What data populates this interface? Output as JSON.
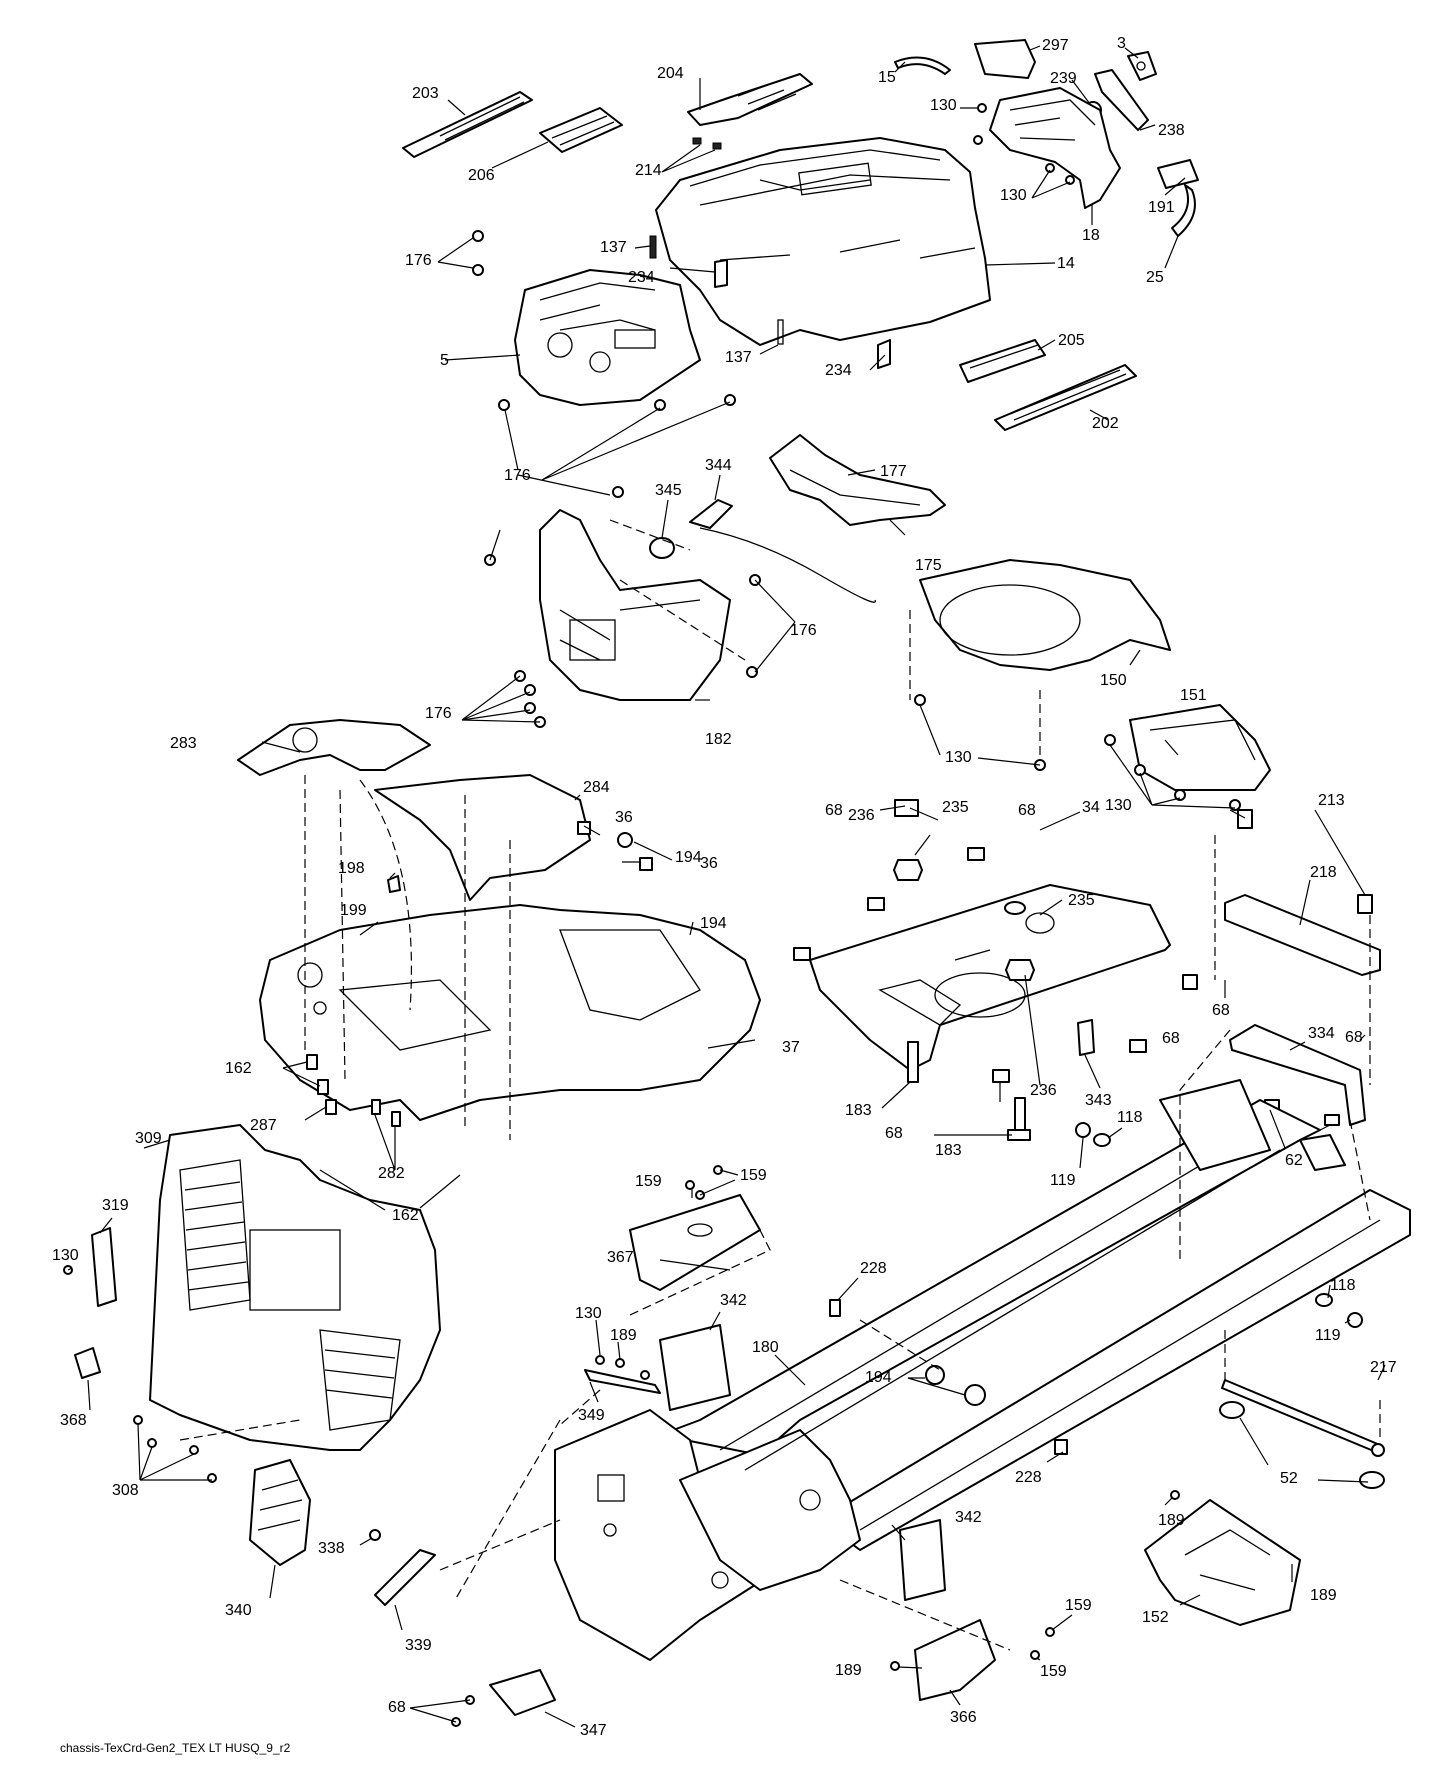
{
  "caption": "chassis-TexCrd-Gen2_TEX LT HUSQ_9_r2",
  "labels": [
    {
      "id": "l3",
      "text": "3"
    },
    {
      "id": "l5",
      "text": "5"
    },
    {
      "id": "l14",
      "text": "14"
    },
    {
      "id": "l15",
      "text": "15"
    },
    {
      "id": "l18",
      "text": "18"
    },
    {
      "id": "l25",
      "text": "25"
    },
    {
      "id": "l34",
      "text": "34"
    },
    {
      "id": "l36a",
      "text": "36"
    },
    {
      "id": "l36b",
      "text": "36"
    },
    {
      "id": "l37",
      "text": "37"
    },
    {
      "id": "l52",
      "text": "52"
    },
    {
      "id": "l62",
      "text": "62"
    },
    {
      "id": "l68a",
      "text": "68"
    },
    {
      "id": "l68b",
      "text": "68"
    },
    {
      "id": "l68c",
      "text": "68"
    },
    {
      "id": "l68d",
      "text": "68"
    },
    {
      "id": "l68e",
      "text": "68"
    },
    {
      "id": "l68f",
      "text": "68"
    },
    {
      "id": "l68g",
      "text": "68"
    },
    {
      "id": "l118a",
      "text": "118"
    },
    {
      "id": "l118b",
      "text": "118"
    },
    {
      "id": "l119a",
      "text": "119"
    },
    {
      "id": "l119b",
      "text": "119"
    },
    {
      "id": "l130a",
      "text": "130"
    },
    {
      "id": "l130b",
      "text": "130"
    },
    {
      "id": "l130c",
      "text": "130"
    },
    {
      "id": "l130d",
      "text": "130"
    },
    {
      "id": "l130e",
      "text": "130"
    },
    {
      "id": "l130f",
      "text": "130"
    },
    {
      "id": "l137a",
      "text": "137"
    },
    {
      "id": "l137b",
      "text": "137"
    },
    {
      "id": "l150",
      "text": "150"
    },
    {
      "id": "l151",
      "text": "151"
    },
    {
      "id": "l152",
      "text": "152"
    },
    {
      "id": "l159a",
      "text": "159"
    },
    {
      "id": "l159b",
      "text": "159"
    },
    {
      "id": "l159c",
      "text": "159"
    },
    {
      "id": "l159d",
      "text": "159"
    },
    {
      "id": "l162a",
      "text": "162"
    },
    {
      "id": "l162b",
      "text": "162"
    },
    {
      "id": "l175",
      "text": "175"
    },
    {
      "id": "l176a",
      "text": "176"
    },
    {
      "id": "l176b",
      "text": "176"
    },
    {
      "id": "l176c",
      "text": "176"
    },
    {
      "id": "l176d",
      "text": "176"
    },
    {
      "id": "l177",
      "text": "177"
    },
    {
      "id": "l180",
      "text": "180"
    },
    {
      "id": "l182",
      "text": "182"
    },
    {
      "id": "l183a",
      "text": "183"
    },
    {
      "id": "l183b",
      "text": "183"
    },
    {
      "id": "l189a",
      "text": "189"
    },
    {
      "id": "l189b",
      "text": "189"
    },
    {
      "id": "l189c",
      "text": "189"
    },
    {
      "id": "l189d",
      "text": "189"
    },
    {
      "id": "l191",
      "text": "191"
    },
    {
      "id": "l194a",
      "text": "194"
    },
    {
      "id": "l194b",
      "text": "194"
    },
    {
      "id": "l194c",
      "text": "194"
    },
    {
      "id": "l198",
      "text": "198"
    },
    {
      "id": "l199",
      "text": "199"
    },
    {
      "id": "l202",
      "text": "202"
    },
    {
      "id": "l203",
      "text": "203"
    },
    {
      "id": "l204",
      "text": "204"
    },
    {
      "id": "l205",
      "text": "205"
    },
    {
      "id": "l206",
      "text": "206"
    },
    {
      "id": "l213",
      "text": "213"
    },
    {
      "id": "l214",
      "text": "214"
    },
    {
      "id": "l217",
      "text": "217"
    },
    {
      "id": "l218",
      "text": "218"
    },
    {
      "id": "l228a",
      "text": "228"
    },
    {
      "id": "l228b",
      "text": "228"
    },
    {
      "id": "l234a",
      "text": "234"
    },
    {
      "id": "l234b",
      "text": "234"
    },
    {
      "id": "l235a",
      "text": "235"
    },
    {
      "id": "l235b",
      "text": "235"
    },
    {
      "id": "l236a",
      "text": "236"
    },
    {
      "id": "l236b",
      "text": "236"
    },
    {
      "id": "l238",
      "text": "238"
    },
    {
      "id": "l239",
      "text": "239"
    },
    {
      "id": "l282",
      "text": "282"
    },
    {
      "id": "l283",
      "text": "283"
    },
    {
      "id": "l284",
      "text": "284"
    },
    {
      "id": "l287",
      "text": "287"
    },
    {
      "id": "l297",
      "text": "297"
    },
    {
      "id": "l308",
      "text": "308"
    },
    {
      "id": "l309",
      "text": "309"
    },
    {
      "id": "l319",
      "text": "319"
    },
    {
      "id": "l334",
      "text": "334"
    },
    {
      "id": "l338",
      "text": "338"
    },
    {
      "id": "l339",
      "text": "339"
    },
    {
      "id": "l340",
      "text": "340"
    },
    {
      "id": "l342a",
      "text": "342"
    },
    {
      "id": "l342b",
      "text": "342"
    },
    {
      "id": "l343",
      "text": "343"
    },
    {
      "id": "l344",
      "text": "344"
    },
    {
      "id": "l345",
      "text": "345"
    },
    {
      "id": "l347",
      "text": "347"
    },
    {
      "id": "l349",
      "text": "349"
    },
    {
      "id": "l366",
      "text": "366"
    },
    {
      "id": "l367",
      "text": "367"
    },
    {
      "id": "l368",
      "text": "368"
    }
  ]
}
